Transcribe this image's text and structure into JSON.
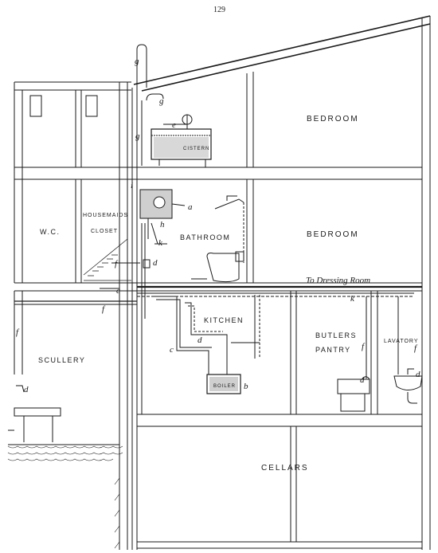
{
  "page_number": "129",
  "rooms": {
    "bedroom_upper": "BEDROOM",
    "bedroom_middle": "BEDROOM",
    "wc": "W.C.",
    "housemaids_line1": "HOUSEMAIDS",
    "housemaids_line2": "CLOSET",
    "bathroom": "BATHROOM",
    "kitchen": "KITCHEN",
    "butlers_line1": "BUTLERS",
    "butlers_line2": "PANTRY",
    "lavatory": "LAVATORY",
    "scullery": "SCULLERY",
    "cellars": "CELLARS"
  },
  "equipment": {
    "cistern": "CISTERN",
    "boiler": "BOILER"
  },
  "annotations": {
    "to_dressing_room": "To Dressing Room"
  },
  "letters": {
    "g_top": "g",
    "g_vent": "g",
    "g_left": "g",
    "e": "e",
    "i": "i",
    "a": "a",
    "h": "h",
    "k": "k",
    "d_bath": "d",
    "f_bath": "f",
    "c_bath": "c",
    "f_scullery_top": "f",
    "f_scullery": "f",
    "d_scullery": "d",
    "c_kitchen": "c",
    "d_kitchen": "d",
    "b": "b",
    "k_right": "k",
    "f_butler": "f",
    "d_butler": "d",
    "f_lav": "f",
    "d_lav": "d"
  }
}
